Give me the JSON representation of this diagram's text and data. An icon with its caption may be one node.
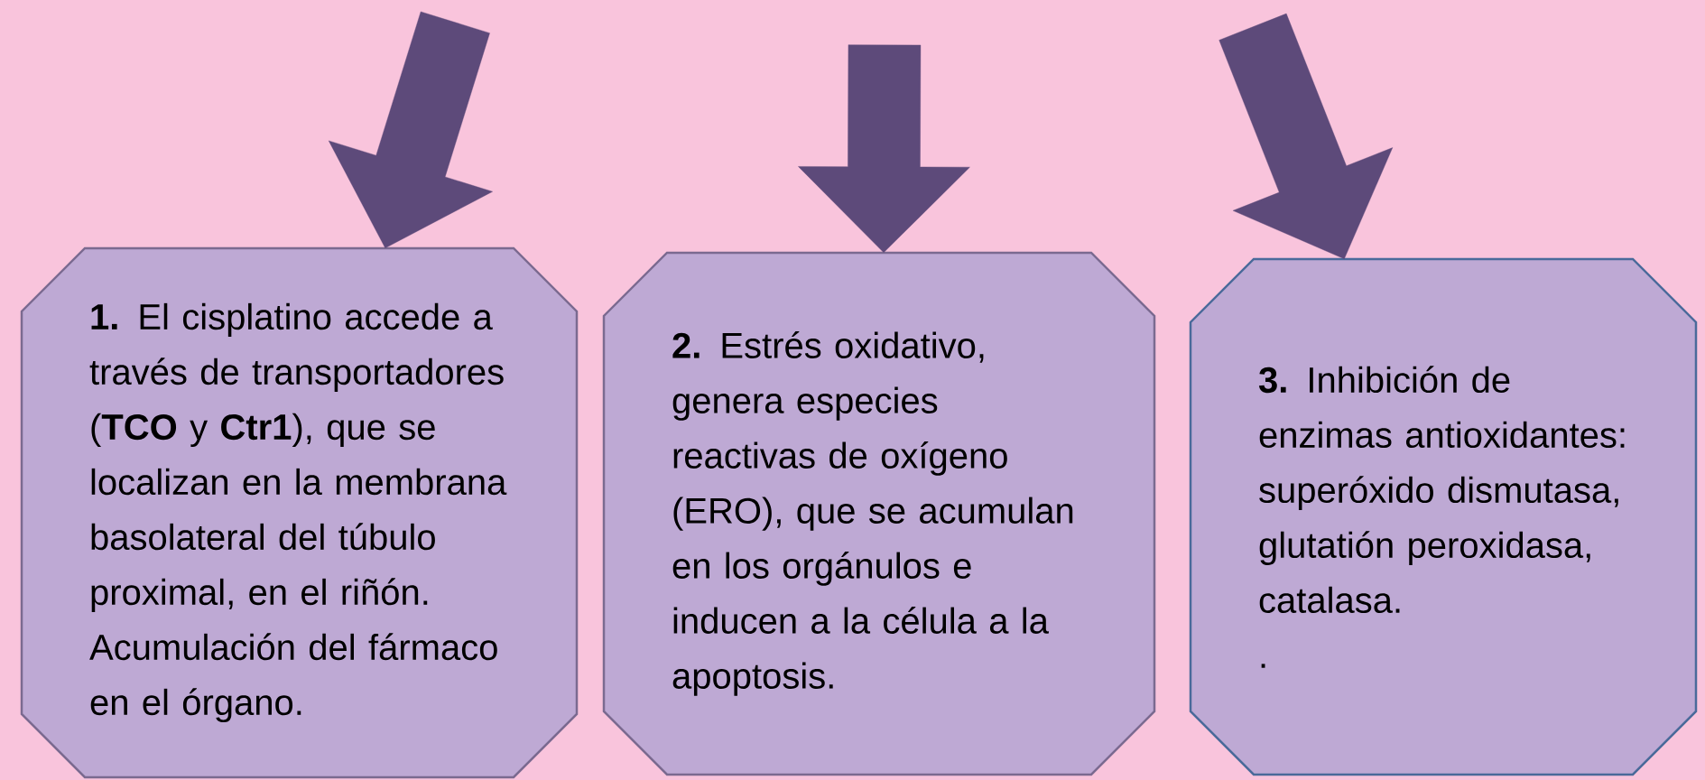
{
  "diagram": {
    "nodes": [
      {
        "text": [
          "**1.** El cisplatino accede a través de transportadores (**TCO** y **Ctr1**), que se localizan en la membrana basolateral del túbulo proximal, en el riñón. Acumulación del fármaco en el órgano."
        ]
      },
      {
        "text": [
          "**2.** Estrés oxidativo, genera especies reactivas de oxígeno (ERO), que se acumulan en los orgánulos e inducen a la célula a la apoptosis."
        ]
      },
      {
        "text": [
          "**3.** Inhibición de enzimas antioxidantes: superóxido dismutasa, glutatión peroxidasa, catalasa.",
          "."
        ]
      }
    ],
    "edges": [
      {
        "from": null,
        "to": 0,
        "arrow": "to"
      },
      {
        "from": null,
        "to": 1,
        "arrow": "to"
      },
      {
        "from": null,
        "to": 2,
        "arrow": "to"
      }
    ]
  }
}
